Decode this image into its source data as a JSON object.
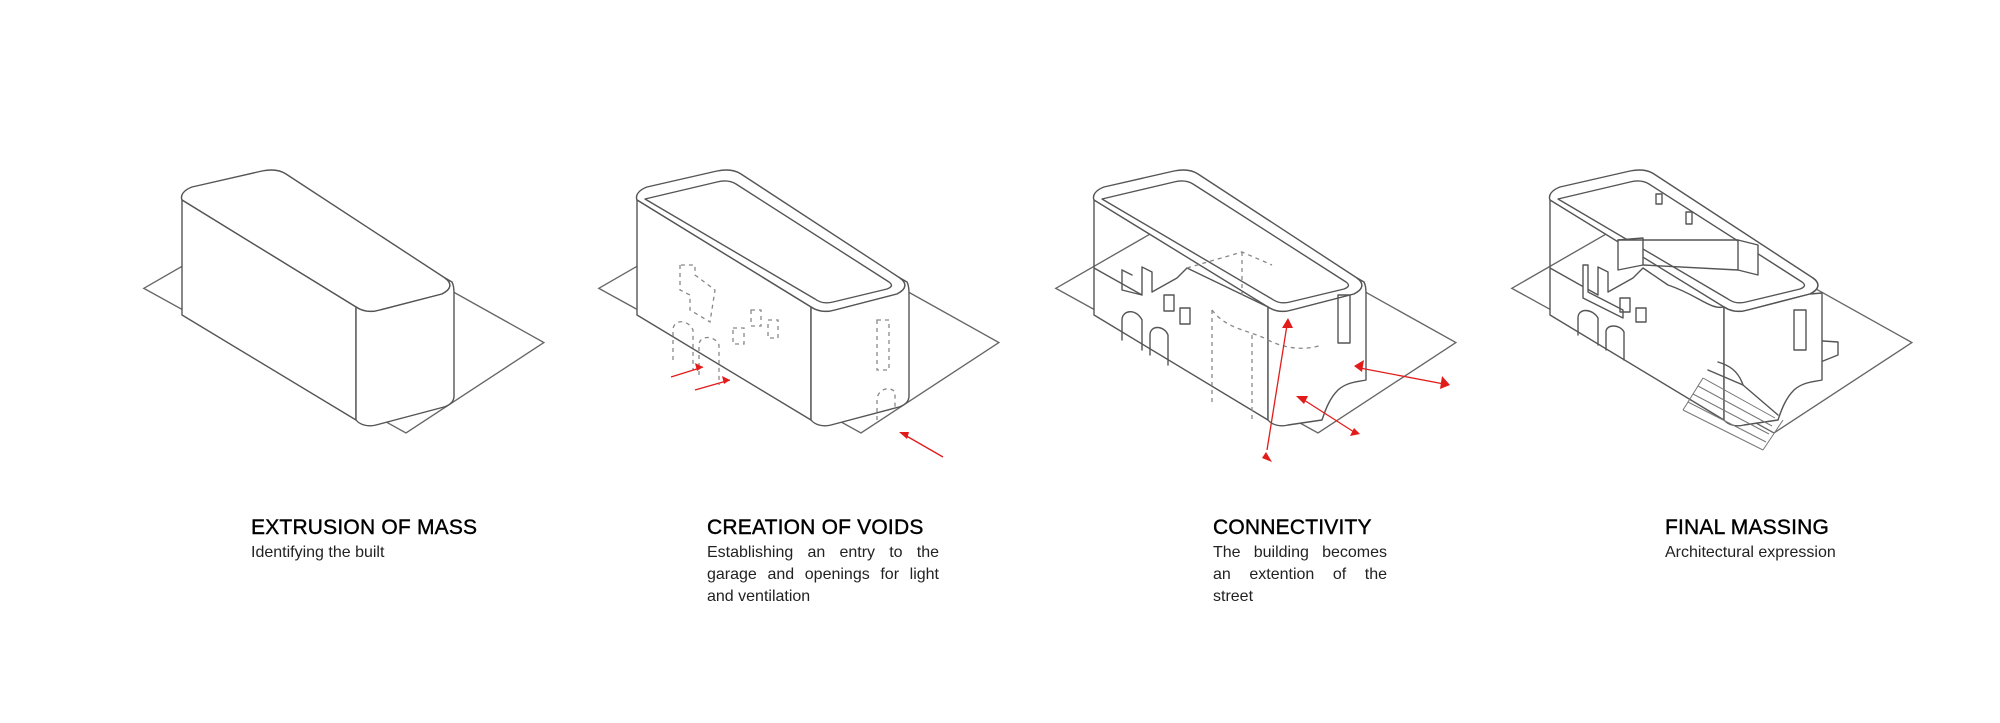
{
  "steps": [
    {
      "title": "EXTRUSION OF MASS",
      "description": "Identifying the built"
    },
    {
      "title": "CREATION OF VOIDS",
      "description": "Establishing  an entry to the garage and openings for light and ventilation"
    },
    {
      "title": "CONNECTIVITY",
      "description": "The building becomes an extention of the street"
    },
    {
      "title": "FINAL MASSING",
      "description": "Architectural expression"
    }
  ],
  "colors": {
    "linework": "#555555",
    "arrows": "#e21b1b",
    "text": "#000000"
  }
}
